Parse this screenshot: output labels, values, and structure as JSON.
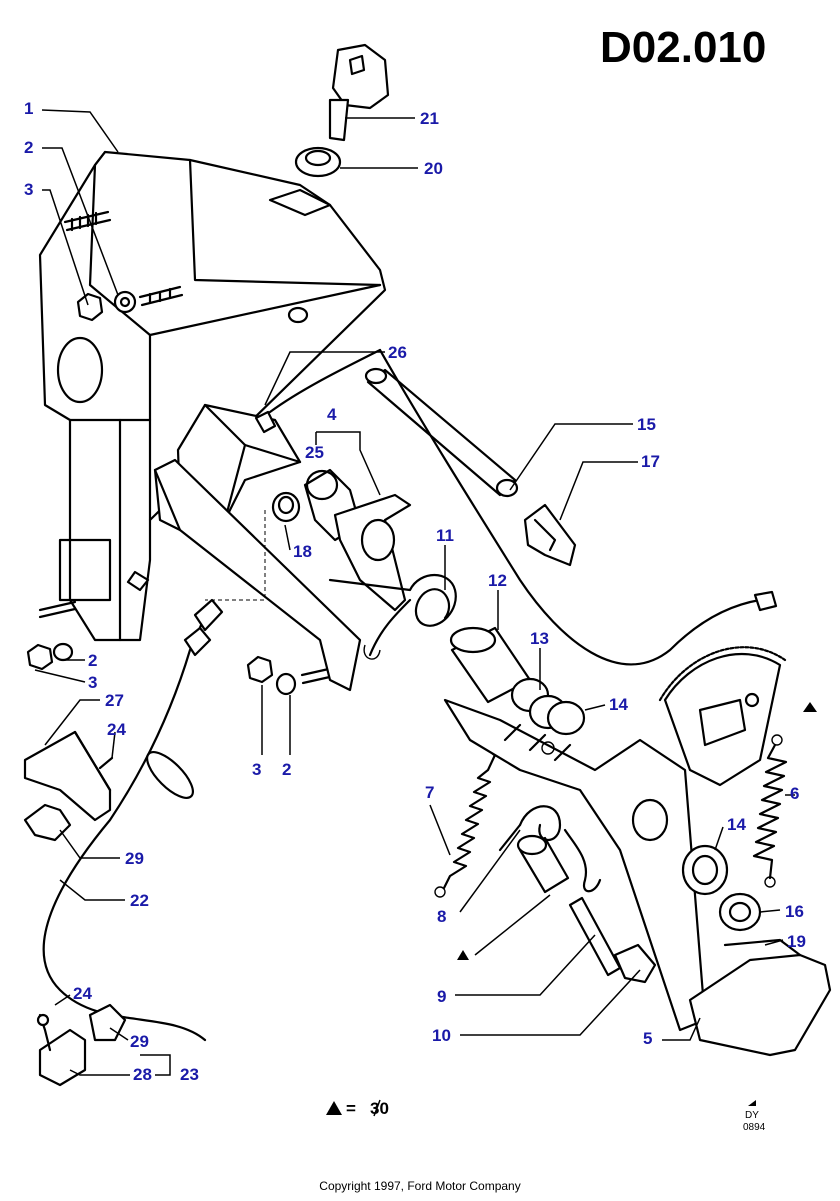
{
  "diagram": {
    "reference": "D02.010",
    "code_lines": [
      "DY",
      "0894"
    ],
    "legend_value": "30",
    "copyright": "Copyright 1997, Ford Motor Company",
    "callouts": [
      "1",
      "2",
      "3",
      "21",
      "20",
      "26",
      "4",
      "25",
      "15",
      "17",
      "18",
      "11",
      "12",
      "13",
      "14",
      "2",
      "3",
      "3",
      "2",
      "27",
      "24",
      "29",
      "22",
      "7",
      "8",
      "9",
      "10",
      "6",
      "14",
      "16",
      "19",
      "5",
      "24",
      "29",
      "23",
      "28"
    ]
  }
}
